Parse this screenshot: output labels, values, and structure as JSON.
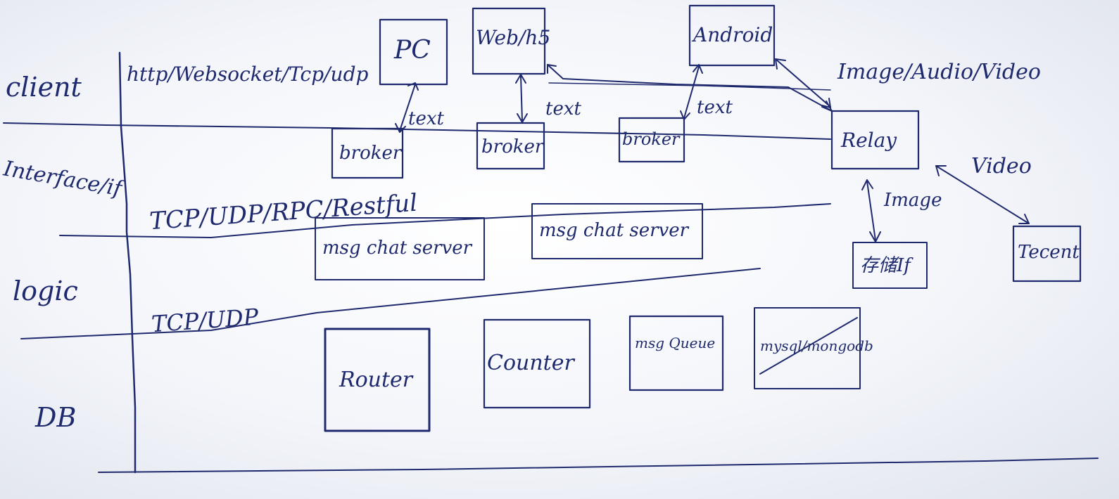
{
  "layers": {
    "client": "client",
    "interface": "Interface/if",
    "logic": "logic",
    "db": "DB"
  },
  "protocols": {
    "client": "http/Websocket/Tcp/udp",
    "interface": "TCP/UDP/RPC/Restful",
    "logic": "TCP/UDP"
  },
  "nodes": {
    "pc": "PC",
    "web_h5": "Web/h5",
    "android": "Android",
    "broker_1": "broker",
    "broker_2": "broker",
    "broker_3": "broker",
    "relay": "Relay",
    "msg_chat_server_1": "msg chat server",
    "msg_chat_server_2": "msg chat server",
    "storage_if": "存储If",
    "tecent": "Tecent",
    "router": "Router",
    "counter": "Counter",
    "msg_queue": "msg Queue",
    "db_store": "mysql/mongodb"
  },
  "edge_labels": {
    "pc_broker": "text",
    "web_broker": "text",
    "android_broker": "text",
    "media": "Image/Audio/Video",
    "relay_storage": "Image",
    "relay_tecent": "Video"
  },
  "colors": {
    "ink": "#1f2a6e",
    "paper": "#f7f8fc"
  }
}
